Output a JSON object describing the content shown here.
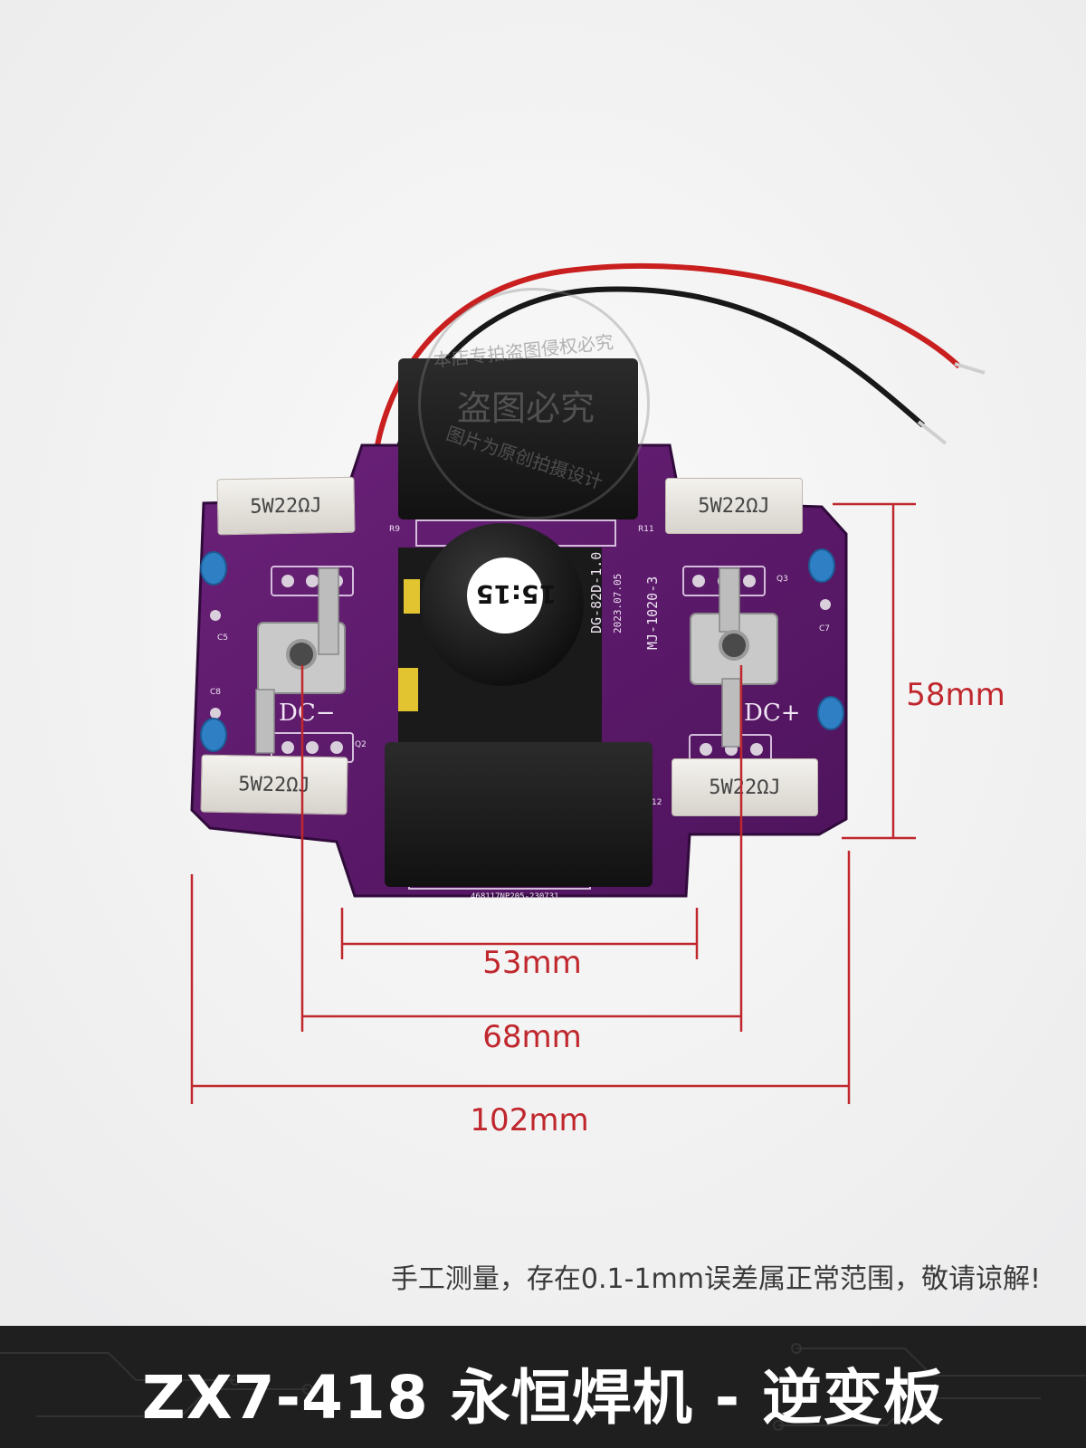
{
  "pcb": {
    "resistor_label": "5W22ΩJ",
    "transformer_label": "15:15",
    "terminal_negative": "DC−",
    "terminal_positive": "DC+",
    "board_code": "DG-82D-1.0",
    "board_date": "2023.07.05",
    "board_model": "MJ-1020-3",
    "capacitor_code": "468117NP205-230731",
    "designators": [
      "R9",
      "R11",
      "Q3",
      "C5",
      "C7",
      "C8",
      "Q2",
      "12"
    ]
  },
  "dimensions": {
    "height": "58mm",
    "inner_width": "53mm",
    "hole_spacing": "68mm",
    "total_width": "102mm"
  },
  "watermark": {
    "ring_text": "本店专拍盗图侵权必究",
    "center_text": "盗图必究",
    "bottom_text": "图片为原创拍摄设计"
  },
  "note": "手工测量，存在0.1-1mm误差属正常范围，敬请谅解!",
  "banner": {
    "title": "ZX7-418 永恒焊机 - 逆变板"
  },
  "colors": {
    "pcb": "#5a1a6a",
    "pcb_dark": "#3b0f48",
    "dimension_red": "#c0272d",
    "banner_bg": "#1f1f1f"
  }
}
